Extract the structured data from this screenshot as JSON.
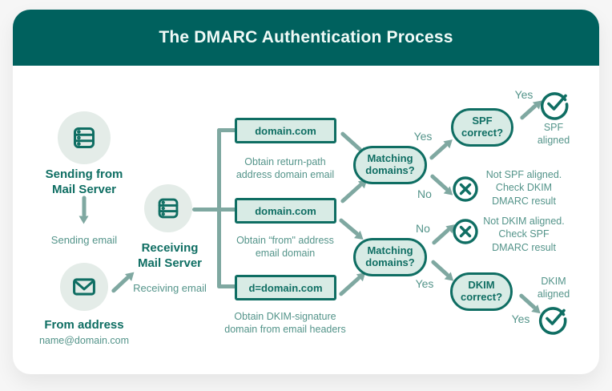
{
  "colors": {
    "page_bg": "#f6f6f6",
    "card_bg": "#ffffff",
    "header_bg": "#00615E",
    "title": "#F0FAF7",
    "dark": "#0F6E63",
    "muted": "#54948A",
    "arrow": "#7FA8A1",
    "fill": "#D8EBE5",
    "circle_fill": "#E4ECE8"
  },
  "header": {
    "title": "The DMARC Authentication Process"
  },
  "icons": {
    "sending_server": "server-icon",
    "receiving_server": "server-icon",
    "from_envelope": "envelope-icon",
    "spf_ok": "check-circle-icon",
    "spf_fail": "x-circle-icon",
    "dkim_fail": "x-circle-icon",
    "dkim_ok": "check-circle-icon"
  },
  "sender": {
    "server_label": "Sending from\nMail Server",
    "sending_email": "Sending email",
    "from_address": "From address",
    "from_value": "name@domain.com"
  },
  "receiver": {
    "label": "Receiving\nMail Server",
    "receiving_email": "Receiving email"
  },
  "extract": {
    "boxes": [
      {
        "value": "domain.com",
        "caption": "Obtain return-path\naddress domain email"
      },
      {
        "value": "domain.com",
        "caption": "Obtain “from\" address\nemail domain"
      },
      {
        "value": "d=domain.com",
        "caption": "Obtain DKIM-signature\ndomain from email headers"
      }
    ]
  },
  "decisions": {
    "matching1": "Matching\ndomains?",
    "matching2": "Matching\ndomains?",
    "spf": "SPF\ncorrect?",
    "dkim": "DKIM\ncorrect?"
  },
  "labels": {
    "yes": "Yes",
    "no": "No"
  },
  "outcomes": {
    "spf_aligned": "SPF\naligned",
    "not_spf": "Not SPF aligned.\nCheck DKIM\nDMARC result",
    "not_dkim": "Not DKIM aligned.\nCheck SPF\nDMARC result",
    "dkim_aligned": "DKIM\naligned"
  }
}
